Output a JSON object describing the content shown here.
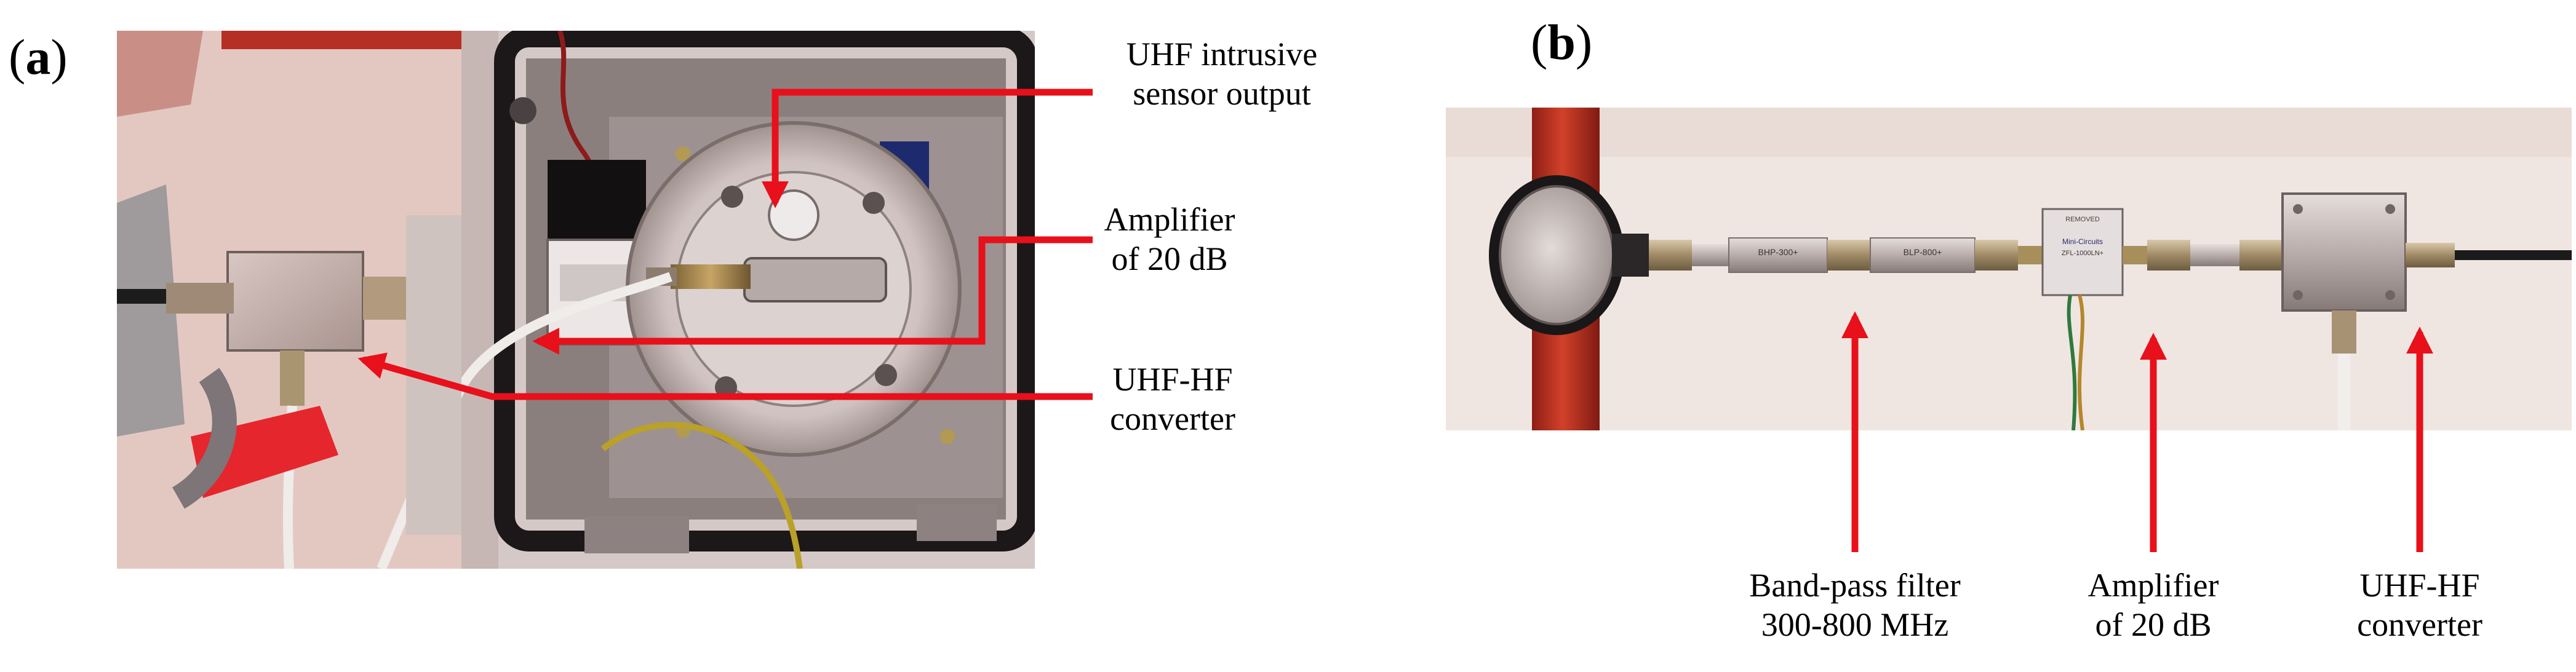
{
  "panel_a": {
    "label_open": "(",
    "label_letter": "a",
    "label_close": ")",
    "annotations": {
      "sensor_output": [
        "UHF intrusive",
        "sensor output"
      ],
      "amplifier": [
        "Amplifier",
        "of 20 dB"
      ],
      "converter": [
        "UHF-HF",
        "converter"
      ]
    }
  },
  "panel_b": {
    "label_open": "(",
    "label_letter": "b",
    "label_close": ")",
    "annotations": {
      "bandpass": [
        "Band-pass filter",
        "300-800 MHz"
      ],
      "amplifier": [
        "Amplifier",
        "of 20 dB"
      ],
      "converter": [
        "UHF-HF",
        "converter"
      ]
    },
    "component_text": {
      "filter_1": "BHP-300+",
      "filter_2": "BLP-800+",
      "amp_brand": "Mini-Circuits",
      "amp_model": "ZFL-1000LN+",
      "amp_header": "REMOVED"
    }
  },
  "colors": {
    "arrow": "#e8101a",
    "pipe": "#c23320",
    "background_b": "#efe6e2"
  }
}
